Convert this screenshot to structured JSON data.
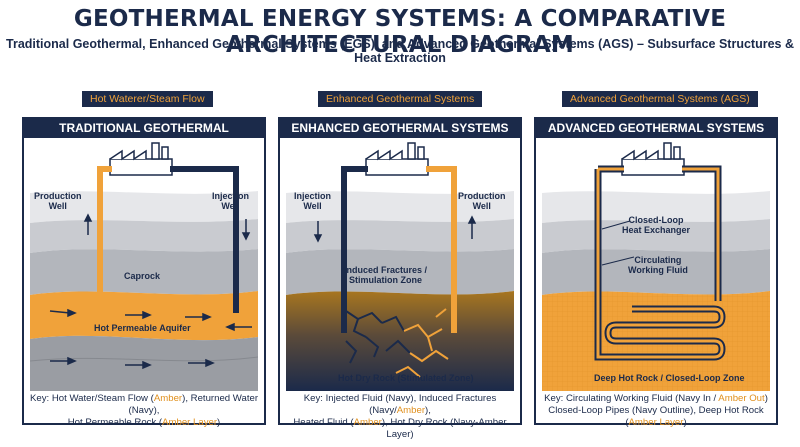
{
  "header": {
    "title": "GEOTHERMAL ENERGY SYSTEMS: A COMPARATIVE ARCHITECTURAL DIAGRAM",
    "subtitle": "Traditional Geothermal, Enhanced Geothermal Systems (EGS), and Advanced Geothermal Systems (AGS) – Subsurface Structures & Heat Extraction"
  },
  "colors": {
    "navy": "#1b2a4a",
    "amber": "#f0a23a"
  },
  "panels": [
    {
      "tag": "Hot Waterer/Steam Flow",
      "heading": "TRADITIONAL GEOTHERMAL",
      "labels": {
        "production": "Production\nWell",
        "injection": "Injection\nWell",
        "caprock": "Caprock",
        "aquifer": "Hot Permeable Aquifer"
      },
      "key": {
        "l1a": "Key: Hot Water/Steam Flow (",
        "l1b": "Amber",
        "l1c": "), Returned Water (Navy),",
        "l2a": "Hot Permeable Rock (",
        "l2b": "Amber Layer",
        "l2c": ")"
      }
    },
    {
      "tag": "Enhanced Geothermal Systems",
      "heading": "ENHANCED GEOTHERMAL SYSTEMS (EGS)",
      "labels": {
        "injection": "Injection\nWell",
        "production": "Production\nWell",
        "fractures": "Induced Fractures /\nStimulation Zone",
        "rock": "Hot Dry Rock (Stimulated Zone)"
      },
      "key": {
        "l1a": "Key: Injected Fluid (Navy), Induced Fractures (Navy/",
        "l1b": "Amber",
        "l1c": "),",
        "l2a": "Heated Fluid (",
        "l2b": "Amber",
        "l2c": "), Hot Dry Rock (Navy-Amber Layer)"
      }
    },
    {
      "tag": "Advanced  Geothermal Systems (AGS)",
      "heading": "ADVANCED GEOTHERMAL SYSTEMS (AGS)",
      "labels": {
        "exchanger": "Closed-Loop\nHeat Exchanger",
        "fluid": "Circulating\nWorking Fluid",
        "rock": "Deep Hot Rock / Closed-Loop Zone"
      },
      "key": {
        "l1a": "Key: Circulating Working Fluid (Navy In / ",
        "l1b": "Amber Out",
        "l1c": ")",
        "l2a": "Closed-Loop Pipes (Navy Outline), Deep Hot Rock (",
        "l2b": "Amber Layer",
        "l2c": ")"
      }
    }
  ]
}
